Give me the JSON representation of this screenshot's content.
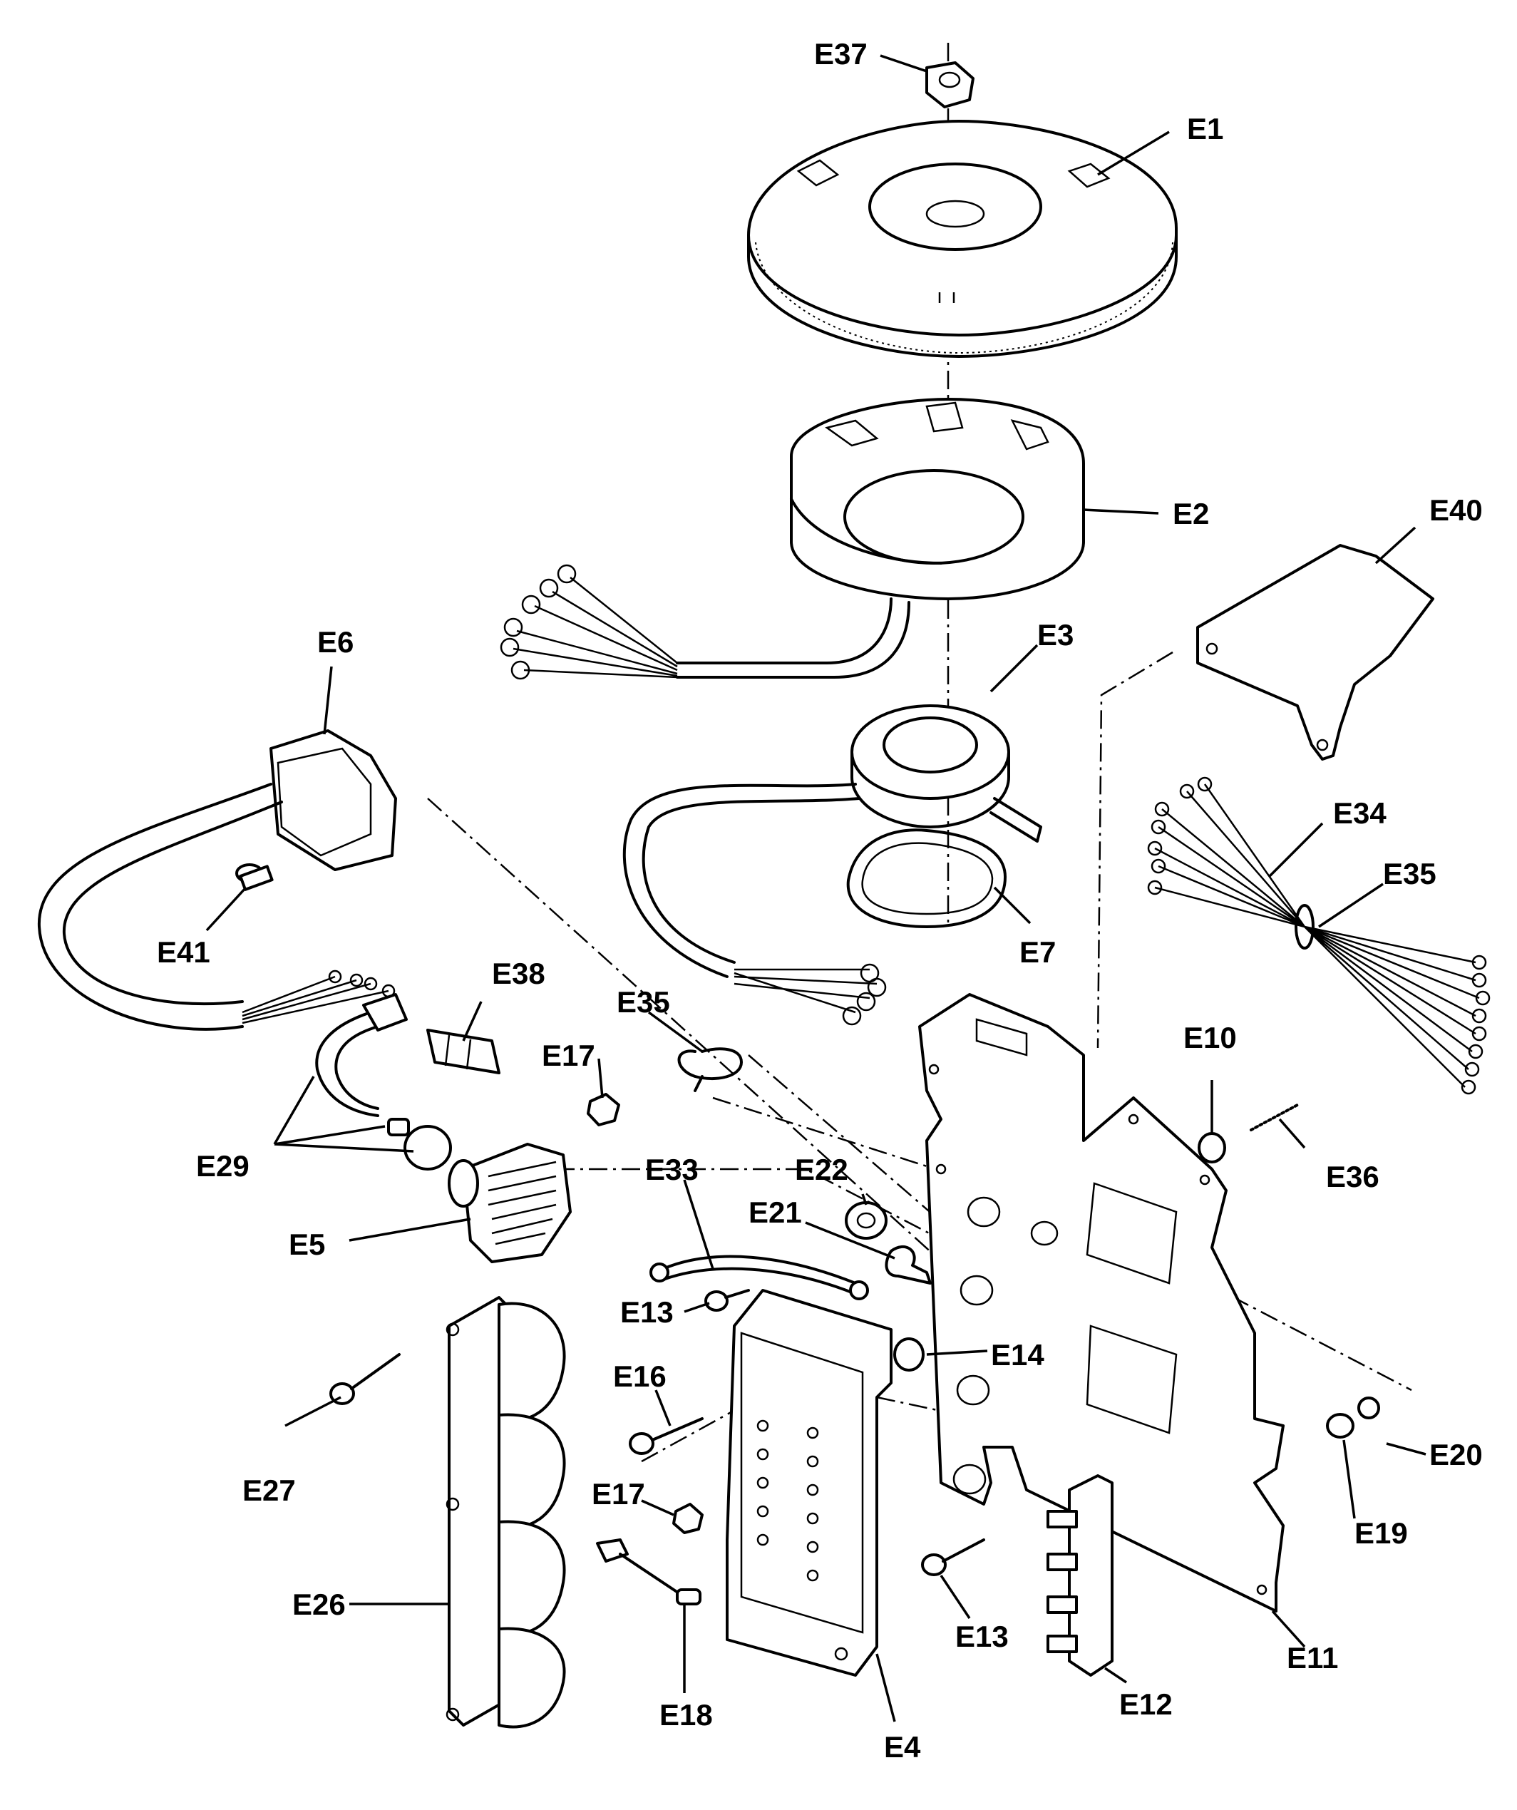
{
  "labels": {
    "E1": "E1",
    "E2": "E2",
    "E3": "E3",
    "E4": "E4",
    "E5": "E5",
    "E6": "E6",
    "E7": "E7",
    "E10": "E10",
    "E11": "E11",
    "E12": "E12",
    "E13a": "E13",
    "E13b": "E13",
    "E14": "E14",
    "E16": "E16",
    "E17a": "E17",
    "E17b": "E17",
    "E18": "E18",
    "E19": "E19",
    "E20": "E20",
    "E21": "E21",
    "E22": "E22",
    "E26": "E26",
    "E27": "E27",
    "E29": "E29",
    "E33": "E33",
    "E34": "E34",
    "E35a": "E35",
    "E35b": "E35",
    "E36": "E36",
    "E37": "E37",
    "E38": "E38",
    "E40": "E40",
    "E41": "E41"
  }
}
